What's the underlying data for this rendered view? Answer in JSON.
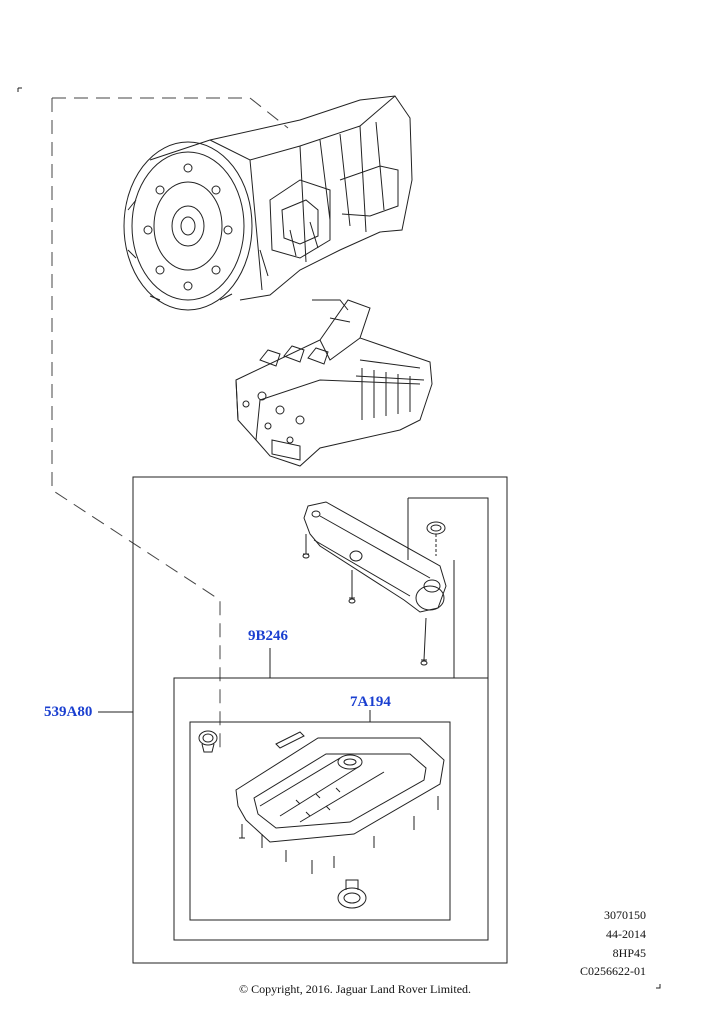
{
  "callouts": {
    "kit": "539A80",
    "filter": "9B246",
    "pan": "7A194"
  },
  "reference": {
    "line1": "3070150",
    "line2": "44-2014",
    "line3": "8HP45",
    "line4": "C0256622-01"
  },
  "copyright": "© Copyright, 2016. Jaguar Land Rover Limited."
}
